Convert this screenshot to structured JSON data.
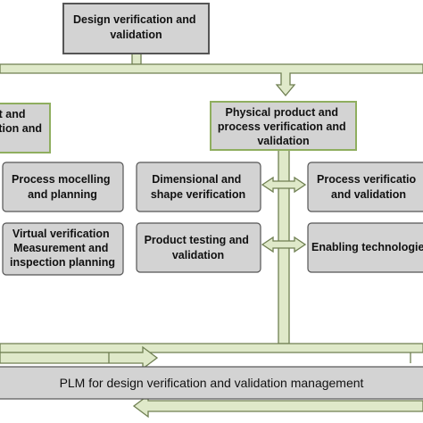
{
  "colors": {
    "box_fill": "#d3d3d3",
    "box_border_green": "#8fae5f",
    "box_border_dark": "#555555",
    "connector_fill": "#dfe9c9",
    "connector_outline": "#6f7f52"
  },
  "nodes": {
    "top": {
      "lines": [
        "Design verification and",
        "validation"
      ]
    },
    "left_header": {
      "lines": [
        "t and",
        "ation and"
      ]
    },
    "right_header": {
      "lines": [
        "Physical product and",
        "process verification and",
        "validation"
      ]
    },
    "process_modelling": {
      "lines": [
        "Process mocelling",
        "and planning"
      ]
    },
    "virtual_verification": {
      "lines": [
        "Virtual verification",
        "Measurement and",
        "inspection planning"
      ]
    },
    "dimensional": {
      "lines": [
        "Dimensional and",
        "shape verification"
      ]
    },
    "product_testing": {
      "lines": [
        "Product testing and",
        "validation"
      ]
    },
    "process_verification": {
      "lines": [
        "Process verificatio",
        "and validation"
      ]
    },
    "enabling": {
      "lines": [
        "Enabling technologie"
      ]
    },
    "plm": {
      "lines": [
        "PLM for design verification and validation management"
      ]
    }
  }
}
